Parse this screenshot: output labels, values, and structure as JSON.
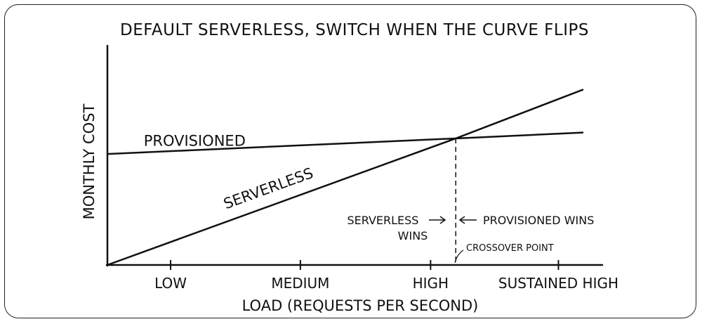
{
  "chart_data": {
    "type": "line",
    "title": "DEFAULT SERVERLESS, SWITCH WHEN THE CURVE FLIPS",
    "xlabel": "LOAD (REQUESTS PER SECOND)",
    "ylabel": "MONTHLY COST",
    "categories": [
      "LOW",
      "MEDIUM",
      "HIGH",
      "SUSTAINED HIGH"
    ],
    "xlim": [
      0,
      1
    ],
    "ylim": [
      0,
      1
    ],
    "series": [
      {
        "name": "PROVISIONED",
        "x": [
          0,
          0.733,
          1
        ],
        "y": [
          0.57,
          0.65,
          0.68
        ]
      },
      {
        "name": "SERVERLESS",
        "x": [
          0,
          0.733,
          1
        ],
        "y": [
          0,
          0.65,
          0.9
        ]
      }
    ],
    "annotations": {
      "serverless_wins": "SERVERLESS\nWINS",
      "provisioned_wins": "PROVISIONED WINS",
      "crossover": "CROSSOVER POINT",
      "crossover_x": 0.733
    },
    "grid": false,
    "legend": "none"
  },
  "colors": {
    "ink": "#111111",
    "background": "#ffffff"
  }
}
